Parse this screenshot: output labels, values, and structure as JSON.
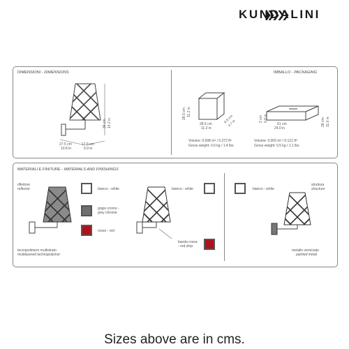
{
  "brand": {
    "name": "KUNDALINI"
  },
  "dimensions": {
    "title": "DIMENSIONI - ",
    "title_en": "DIMENSIONS",
    "height_cm": "36 cm",
    "height_in": "14.2 in",
    "depth_cm": "27.5 cm",
    "depth_in": "10.8 in",
    "diam_cm": "17.5 cm",
    "diam_in": "6.9 in"
  },
  "packaging": {
    "title": "IMBALLO - ",
    "title_en": "PACKAGING",
    "box1": {
      "h_cm": "28.5 cm",
      "h_in": "11.2 in",
      "w_cm": "28.5 cm",
      "w_in": "11.2 in",
      "d_cm": "9.5 cm",
      "d_in": "3.7 in",
      "volume": "Volume: 0.008 m³ / 0.272 ft³",
      "weight": "Gross weight: 0.6 kg / 1.4 lbs"
    },
    "box2": {
      "h_cm": "2 cm",
      "h_in": "0.8 in",
      "w_cm": "61 cm",
      "w_in": "24.0 in",
      "d_cm": "28 cm",
      "d_in": "11.0 in",
      "volume": "Volume: 0.003 m³ / 0.121 ft³",
      "weight": "Gross weight: 0.5 kg / 1.1 lbs"
    }
  },
  "materials": {
    "title": "MATERIALI E FINITURE - ",
    "title_en": "MATERIALS AND FINISHINGS",
    "reflector": "riflettore",
    "reflector_en": "reflector",
    "reflector_mat": "tecnopolimero multistrato",
    "reflector_mat_en": "multilayered technopolymer",
    "finishes": [
      {
        "label": "bianco - white",
        "color": "#ffffff"
      },
      {
        "label": "grigio cromo -",
        "label2": "grey chrome",
        "color": "#6e6e6e"
      },
      {
        "label": "rosso - red",
        "color": "#b0101c"
      }
    ],
    "mid_white": "bianco - white",
    "red_strip": "banda rossa",
    "red_strip2": "- red strip",
    "red_color": "#b0101c",
    "right_white": "bianco - white",
    "structure": "struttura",
    "structure_en": "structure",
    "metal": "metallo verniciato",
    "metal_en": "painted metal"
  },
  "footer": {
    "text": "Sizes above are in cms."
  }
}
